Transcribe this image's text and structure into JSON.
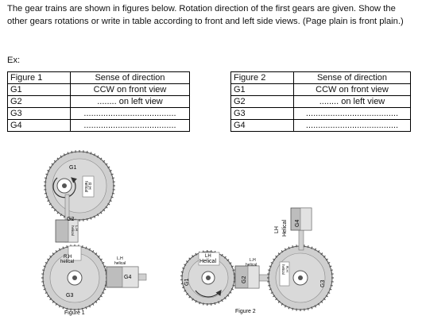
{
  "instructions": "The gear trains are shown in figures below. Rotation direction of the first gears are given. Show the other gears rotations or write in table according to front and left side views. (Page plain is front plain.)",
  "example_label": "Ex:",
  "table1": {
    "header": [
      "Figure 1",
      "Sense of direction"
    ],
    "rows": [
      [
        "G1",
        "CCW on front view"
      ],
      [
        "G2",
        "........ on left view"
      ],
      [
        "G3",
        "......................................"
      ],
      [
        "G4",
        "......................................"
      ]
    ]
  },
  "table2": {
    "header": [
      "Figure 2",
      "Sense of direction"
    ],
    "rows": [
      [
        "G1",
        "CCW on front view"
      ],
      [
        "G2",
        "........ on left view"
      ],
      [
        "G3",
        "......................................"
      ],
      [
        "G4",
        "......................................"
      ]
    ]
  },
  "figure1": {
    "caption": "Figure 1",
    "labels": {
      "g1": "G1",
      "g2": "G2",
      "g3": "G3",
      "g4": "G4",
      "g1_hand": "R.H",
      "g1_type": "helical",
      "g2_hand": "L.H",
      "g2_type": "helical",
      "g3_hand": "R.H",
      "g3_type": "helical",
      "g4_hand": "L.H",
      "g4_type": "helical"
    }
  },
  "figure2": {
    "caption": "Figure 2",
    "labels": {
      "g1": "G1",
      "g2": "G2",
      "g3": "G3",
      "g4": "G4",
      "g1_hand": "LH",
      "g1_type": "Helical",
      "g2_hand": "L.H",
      "g2_type": "helical",
      "g3_hand": "R.H",
      "g3_type": "helical",
      "g4_hand": "LH",
      "g4_type": "Helical"
    }
  }
}
